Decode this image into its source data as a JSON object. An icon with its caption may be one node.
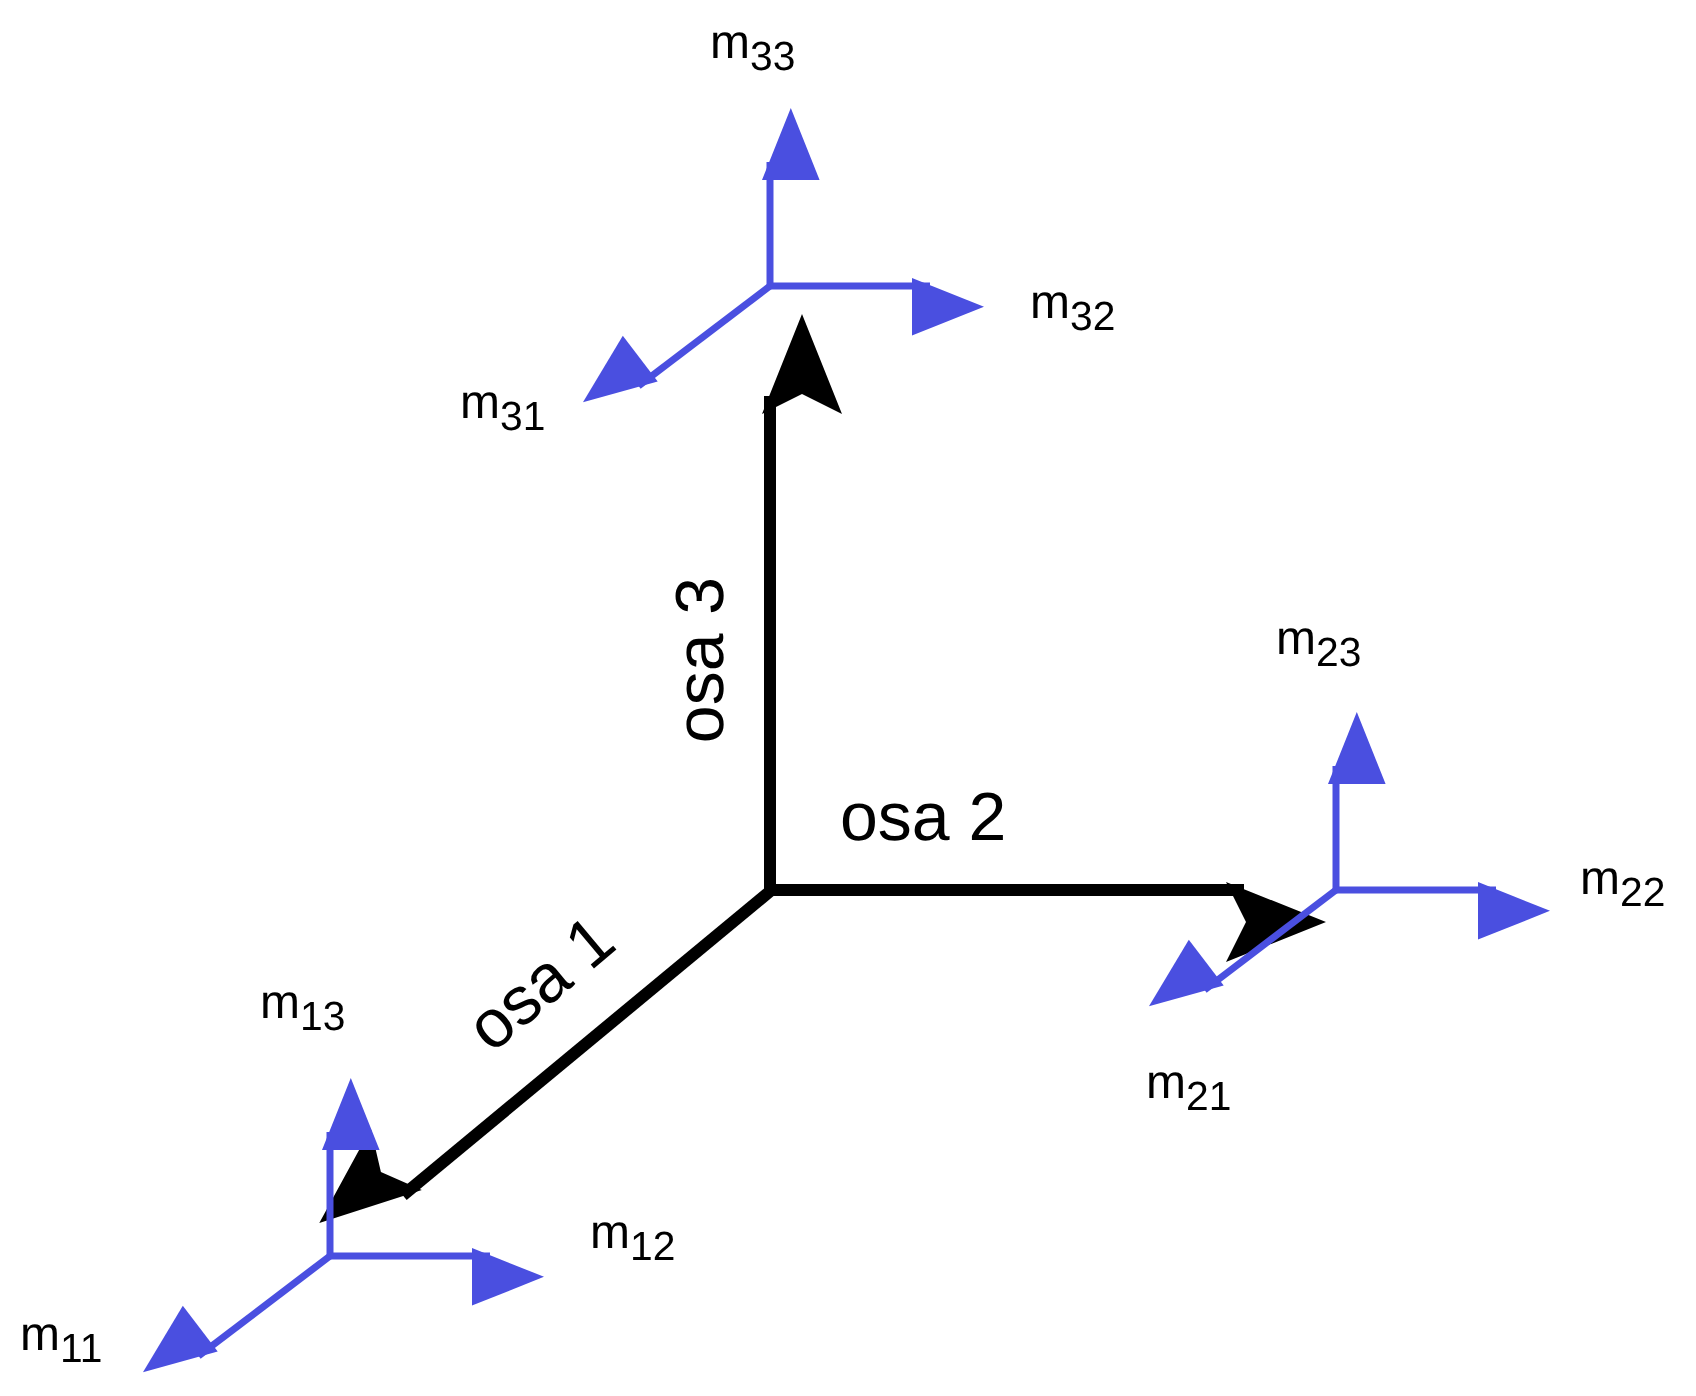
{
  "diagram": {
    "labels": [
      "m$_{33}$",
      "m$_{32}$",
      "m$_{31}$",
      "osa 3",
      "m$_{23}$",
      "osa 2",
      "m$_{22}$",
      "osa 1",
      "m$_{13}$",
      "m$_{21}$",
      "m$_{12}$",
      "m$_{11}$"
    ]
  }
}
